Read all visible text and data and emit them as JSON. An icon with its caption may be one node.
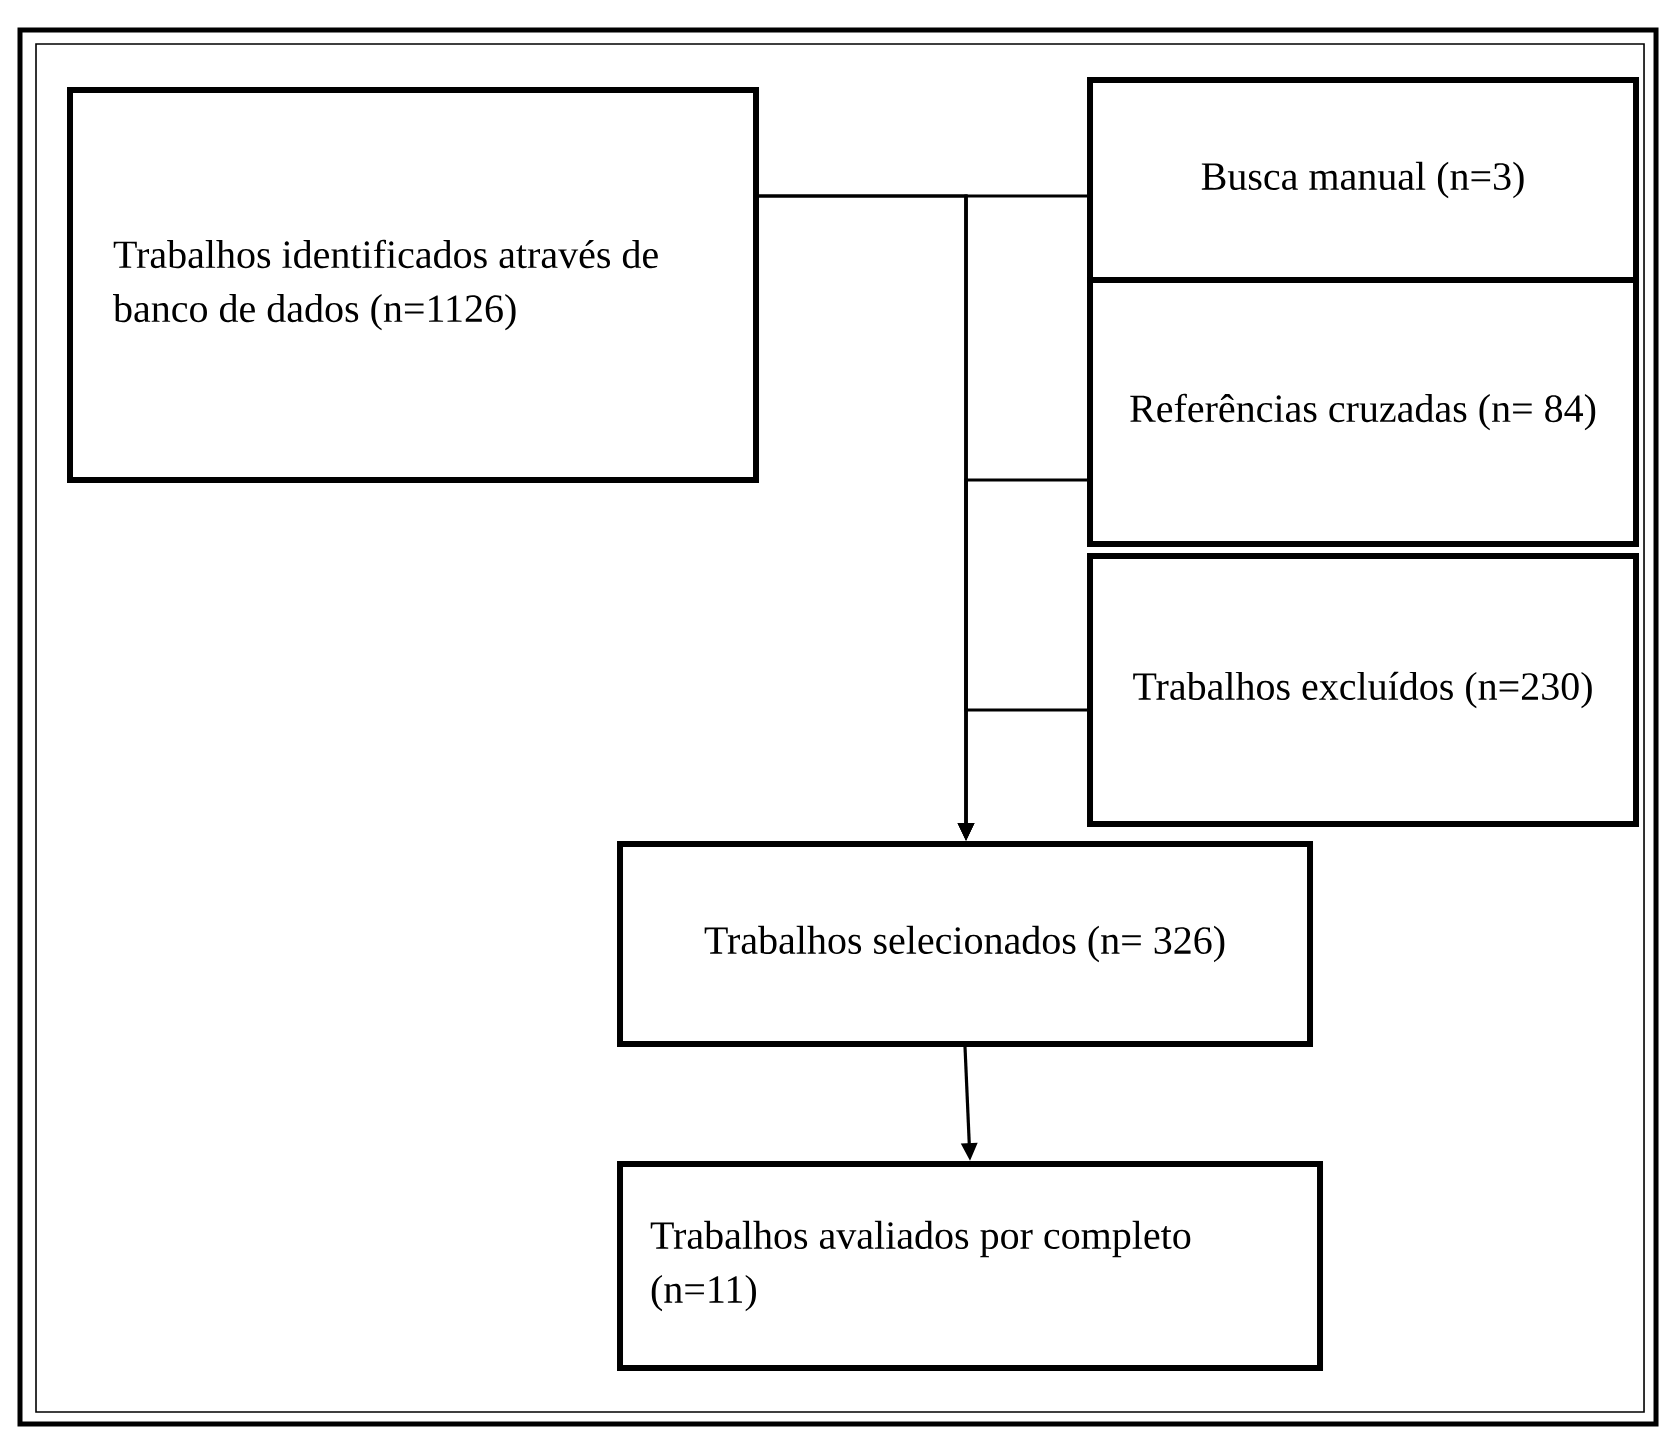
{
  "diagram": {
    "nodes": [
      {
        "text": [
          "Trabalhos identificados através de banco de dados (n=1126)"
        ]
      },
      {
        "text": [
          "Busca manual (n=3)"
        ]
      },
      {
        "text": [
          "Referências cruzadas (n= 84)"
        ]
      },
      {
        "text": [
          "Trabalhos excluídos (n=230)"
        ]
      },
      {
        "text": [
          "Trabalhos selecionados (n= 326)"
        ]
      },
      {
        "text": [
          "Trabalhos avaliados por completo (n=11)"
        ]
      }
    ],
    "edges": [
      {
        "from": 0,
        "to": 4,
        "arrow": "to"
      },
      {
        "from": 1,
        "to": 4,
        "arrow": "to"
      },
      {
        "from": 2,
        "to": 4,
        "arrow": "to"
      },
      {
        "from": 0,
        "to": 3,
        "arrow": "none"
      },
      {
        "from": 4,
        "to": 5,
        "arrow": "to"
      }
    ]
  }
}
